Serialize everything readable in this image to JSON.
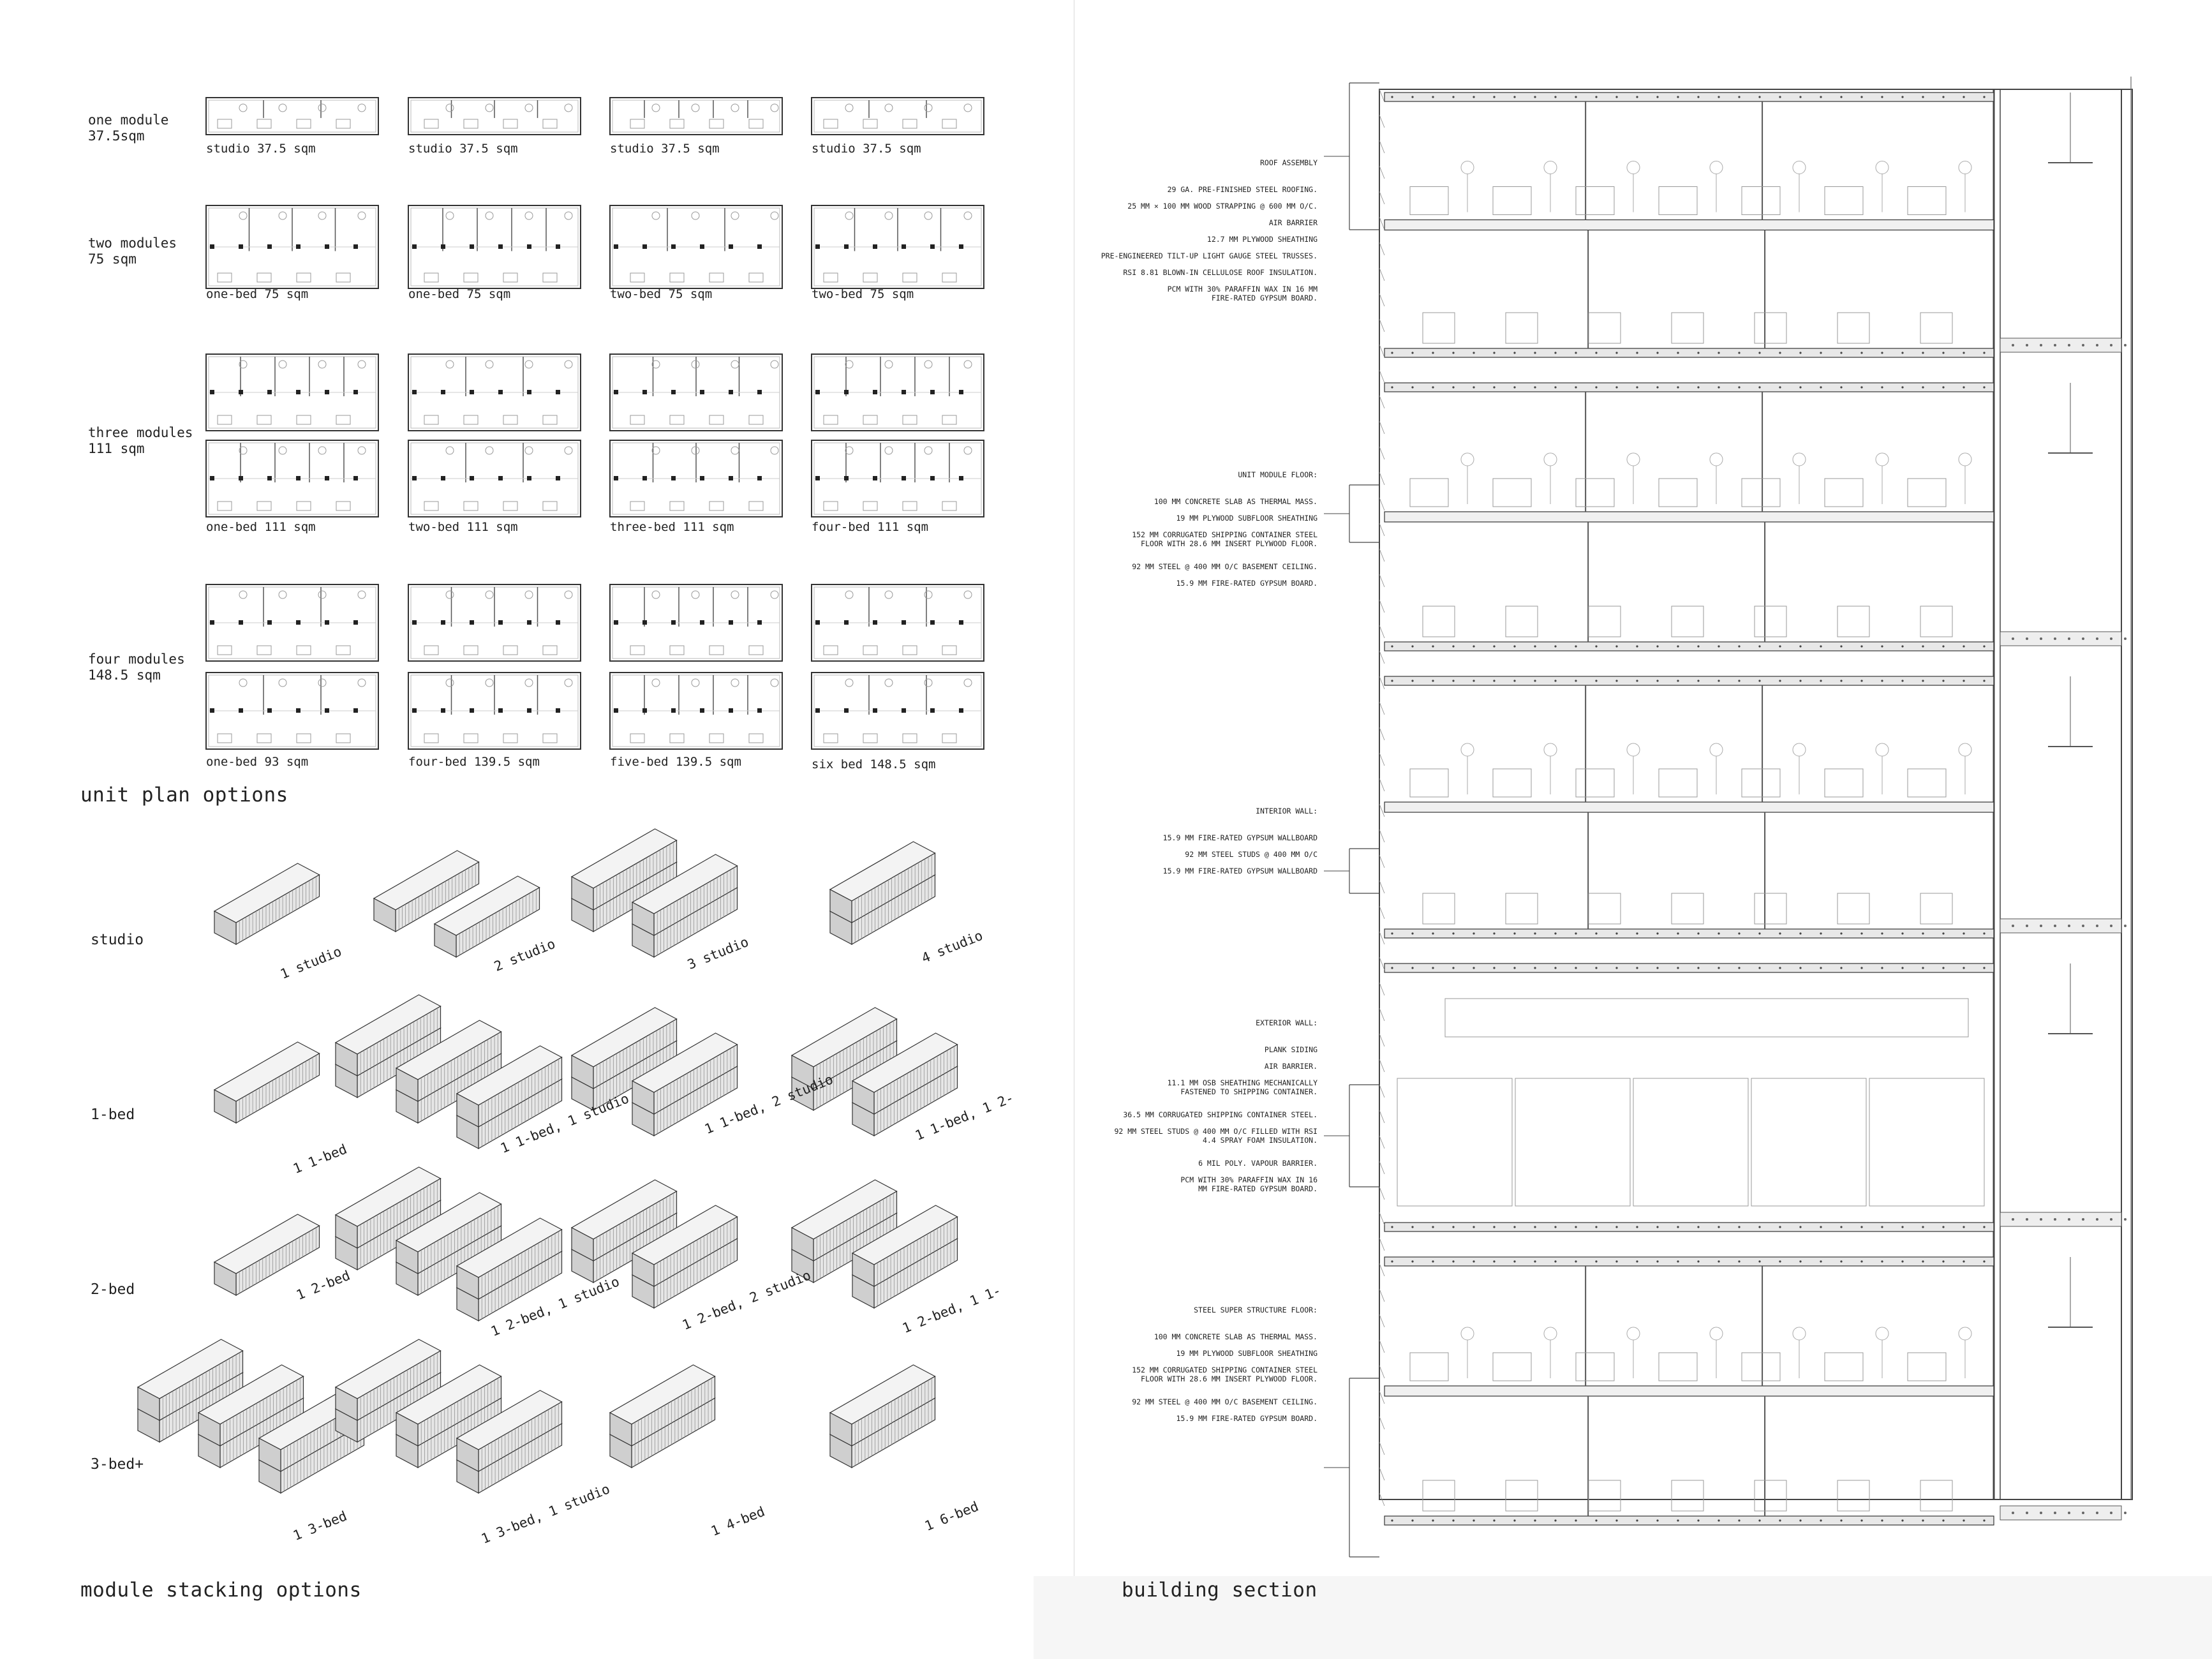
{
  "unit_plans": {
    "heading": "unit plan options",
    "rows": [
      {
        "label": "one module\n37.5sqm",
        "captions": [
          "studio 37.5 sqm",
          "studio 37.5 sqm",
          "studio 37.5 sqm",
          "studio 37.5 sqm"
        ]
      },
      {
        "label": "two modules\n75 sqm",
        "captions": [
          "one-bed 75 sqm",
          "one-bed 75 sqm",
          "two-bed 75 sqm",
          "two-bed 75 sqm"
        ]
      },
      {
        "label": "three modules\n111 sqm",
        "captions": [
          "one-bed 111 sqm",
          "two-bed 111 sqm",
          "three-bed 111 sqm",
          "four-bed 111 sqm"
        ]
      },
      {
        "label": "four modules\n148.5 sqm",
        "captions": [
          "one-bed 93 sqm",
          "four-bed 139.5 sqm",
          "five-bed 139.5 sqm",
          "six bed 148.5 sqm"
        ]
      }
    ]
  },
  "stacking": {
    "heading": "module stacking options",
    "rows": [
      {
        "label": "studio",
        "captions": [
          "1 studio",
          "2 studio",
          "3 studio",
          "4 studio"
        ]
      },
      {
        "label": "1-bed",
        "captions": [
          "1 1-bed",
          "1 1-bed, 1 studio",
          "1 1-bed, 2 studio",
          "1 1-bed, 1 2-"
        ]
      },
      {
        "label": "2-bed",
        "captions": [
          "1 2-bed",
          "1 2-bed, 1 studio",
          "1 2-bed, 2 studio",
          "1 2-bed, 1 1-"
        ]
      },
      {
        "label": "3-bed+",
        "captions": [
          "1 3-bed",
          "1 3-bed, 1 studio",
          "1 4-bed",
          "1 6-bed"
        ]
      }
    ]
  },
  "section": {
    "heading": "building section",
    "notes": [
      {
        "title": "ROOF ASSEMBLY",
        "lines": [
          "29 GA. PRE-FINISHED STEEL ROOFING.",
          "25 MM × 100 MM WOOD STRAPPING @ 600 MM O/C.",
          "AIR BARRIER",
          "12.7 MM PLYWOOD SHEATHING",
          "PRE-ENGINEERED TILT-UP LIGHT GAUGE STEEL TRUSSES.",
          "RSI 8.81 BLOWN-IN CELLULOSE ROOF INSULATION.",
          "PCM WITH 30% PARAFFIN WAX IN 16 MM\nFIRE-RATED GYPSUM BOARD."
        ]
      },
      {
        "title": "UNIT MODULE FLOOR:",
        "lines": [
          "100 MM CONCRETE SLAB AS THERMAL MASS.",
          "19 MM PLYWOOD SUBFLOOR SHEATHING",
          "152 MM CORRUGATED SHIPPING CONTAINER STEEL\nFLOOR WITH 28.6 MM INSERT PLYWOOD FLOOR.",
          "92 MM STEEL @ 400 MM O/C BASEMENT CEILING.",
          "15.9 MM FIRE-RATED GYPSUM BOARD."
        ]
      },
      {
        "title": "INTERIOR WALL:",
        "lines": [
          "15.9 MM FIRE-RATED GYPSUM WALLBOARD",
          "92 MM STEEL STUDS @ 400 MM O/C",
          "15.9 MM FIRE-RATED GYPSUM WALLBOARD"
        ]
      },
      {
        "title": "EXTERIOR WALL:",
        "lines": [
          "PLANK SIDING",
          "AIR BARRIER.",
          "11.1 MM OSB SHEATHING MECHANICALLY\nFASTENED TO SHIPPING CONTAINER.",
          "36.5 MM CORRUGATED SHIPPING CONTAINER STEEL.",
          "92 MM STEEL STUDS @ 400 MM O/C FILLED WITH RSI\n4.4 SPRAY FOAM INSULATION.",
          "6 MIL POLY. VAPOUR BARRIER.",
          "PCM WITH 30% PARAFFIN WAX IN 16\nMM FIRE-RATED GYPSUM BOARD."
        ]
      },
      {
        "title": "STEEL SUPER STRUCTURE FLOOR:",
        "lines": [
          "100 MM CONCRETE SLAB AS THERMAL MASS.",
          "19 MM PLYWOOD SUBFLOOR SHEATHING",
          "152 MM CORRUGATED SHIPPING CONTAINER STEEL\nFLOOR WITH 28.6 MM INSERT PLYWOOD FLOOR.",
          "92 MM STEEL @ 400 MM O/C BASEMENT CEILING.",
          "15.9 MM FIRE-RATED GYPSUM BOARD."
        ]
      }
    ]
  }
}
